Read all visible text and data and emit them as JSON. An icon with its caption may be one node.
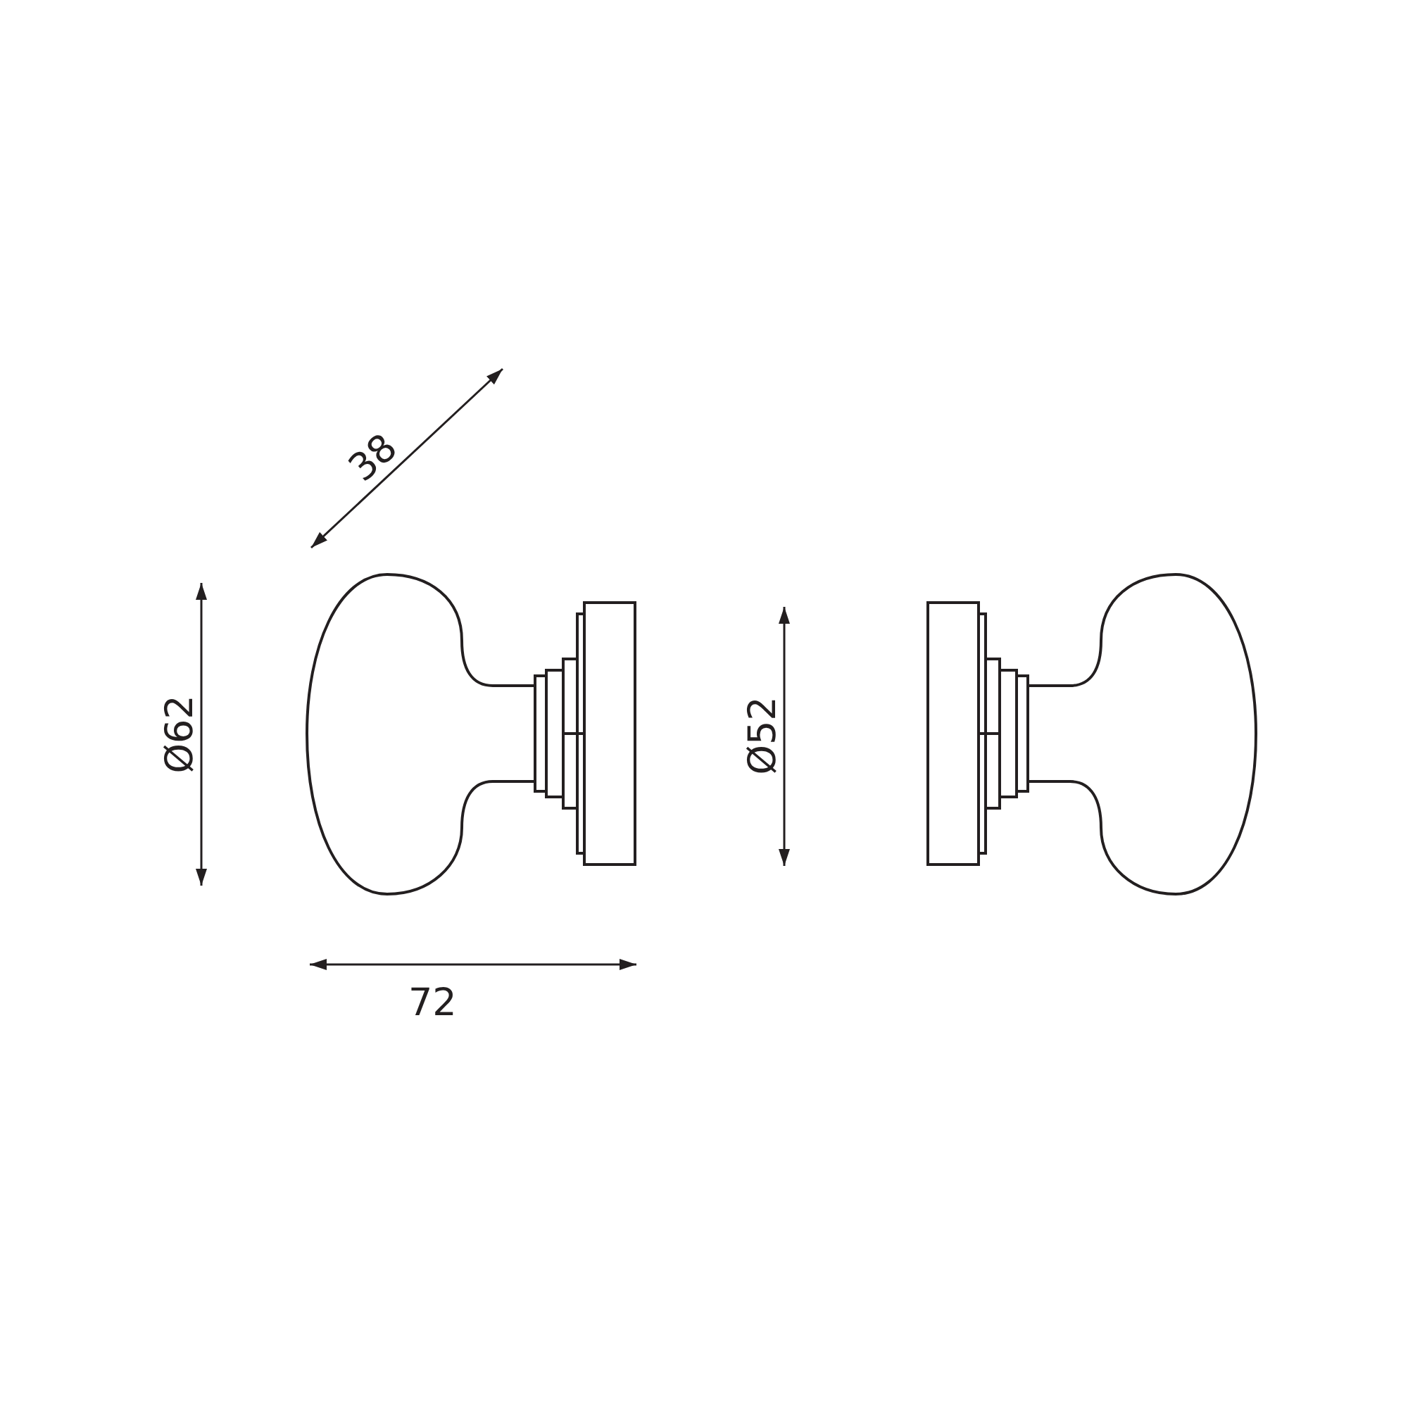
{
  "diagram": {
    "labels": [
      "38",
      "Ø62",
      "Ø52",
      "72"
    ]
  }
}
